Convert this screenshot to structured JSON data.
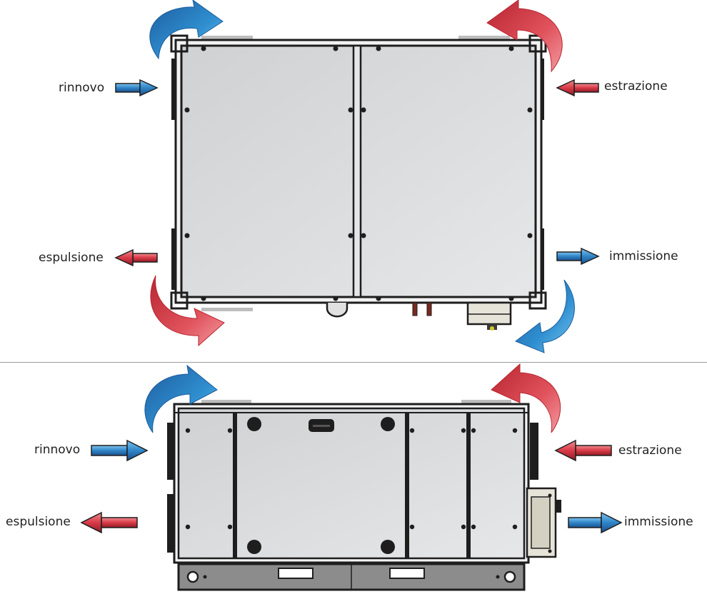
{
  "labels": {
    "top": {
      "rinnovo": "rinnovo",
      "estrazione": "estrazione",
      "espulsione": "espulsione",
      "immissione": "immissione"
    },
    "bottom": {
      "rinnovo": "rinnovo",
      "estrazione": "estrazione",
      "espulsione": "espulsione",
      "immissione": "immissione"
    }
  },
  "colors": {
    "fresh_air": "#2f86c8",
    "exhaust_air": "#d93a47",
    "panel": "#d9dbdc",
    "frame": "#1e1e1e",
    "background": "#ffffff"
  }
}
